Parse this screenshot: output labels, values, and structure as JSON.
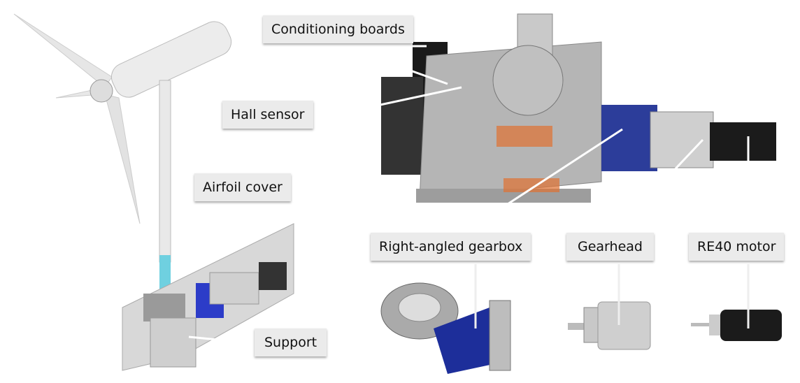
{
  "labels": {
    "conditioning_boards": "Conditioning boards",
    "hall_sensor": "Hall sensor",
    "airfoil_cover": "Airfoil cover",
    "support": "Support",
    "right_angled_gearbox": "Right-angled gearbox",
    "gearhead": "Gearhead",
    "re40_motor": "RE40 motor"
  }
}
